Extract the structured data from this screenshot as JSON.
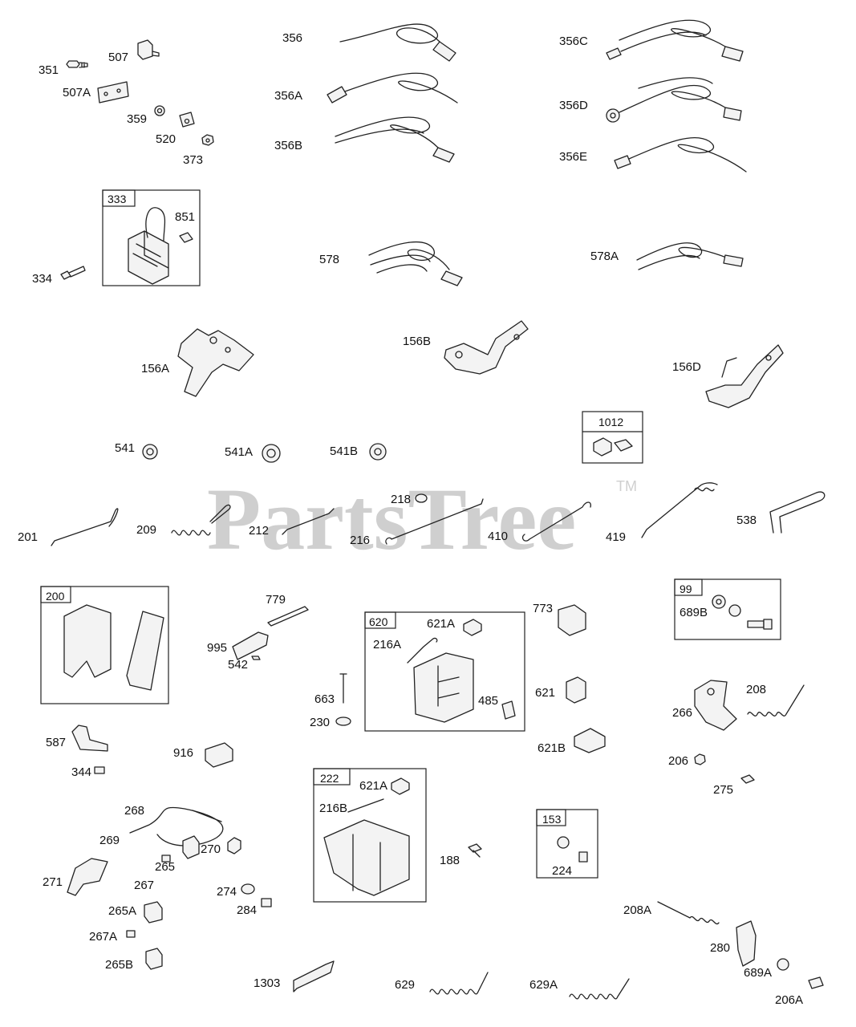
{
  "watermark": {
    "text": "PartsTree",
    "tm": "TM"
  },
  "labels": {
    "p351": "351",
    "p507": "507",
    "p507A": "507A",
    "p359": "359",
    "p520": "520",
    "p373": "373",
    "p356": "356",
    "p356A": "356A",
    "p356B": "356B",
    "p356C": "356C",
    "p356D": "356D",
    "p356E": "356E",
    "p333": "333",
    "p851": "851",
    "p334": "334",
    "p578": "578",
    "p578A": "578A",
    "p156A": "156A",
    "p156B": "156B",
    "p156D": "156D",
    "p541": "541",
    "p541A": "541A",
    "p541B": "541B",
    "p1012": "1012",
    "p201": "201",
    "p209": "209",
    "p212": "212",
    "p218": "218",
    "p216": "216",
    "p410": "410",
    "p419": "419",
    "p538": "538",
    "p200": "200",
    "p779": "779",
    "p995": "995",
    "p542": "542",
    "p620": "620",
    "p621A_1": "621A",
    "p216A": "216A",
    "p485": "485",
    "p663": "663",
    "p230": "230",
    "p773": "773",
    "p621": "621",
    "p621B": "621B",
    "p99": "99",
    "p689B": "689B",
    "p208": "208",
    "p266": "266",
    "p206": "206",
    "p275": "275",
    "p587": "587",
    "p344": "344",
    "p916": "916",
    "p268": "268",
    "p269": "269",
    "p270": "270",
    "p271": "271",
    "p265": "265",
    "p267": "267",
    "p274": "274",
    "p284": "284",
    "p265A": "265A",
    "p267A": "267A",
    "p265B": "265B",
    "p222": "222",
    "p621A_2": "621A",
    "p216B": "216B",
    "p188": "188",
    "p153": "153",
    "p224": "224",
    "p208A": "208A",
    "p280": "280",
    "p689A": "689A",
    "p206A": "206A",
    "p1303": "1303",
    "p629": "629",
    "p629A": "629A"
  }
}
